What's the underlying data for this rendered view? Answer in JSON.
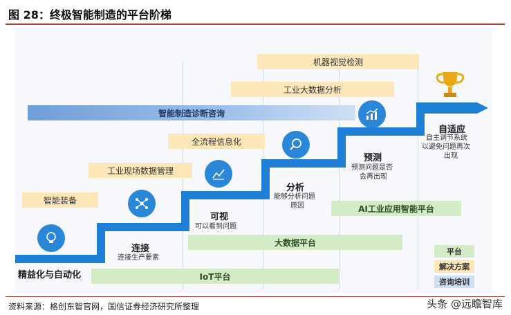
{
  "figure": {
    "title": "图 28：终极智能制造的平台阶梯",
    "source": "资料来源：格创东智官网，国信证券经济研究所整理",
    "watermark": "头条 @远瞻智库"
  },
  "top_bars": [
    {
      "label": "机器视觉检测",
      "kind": "orange"
    },
    {
      "label": "工业大数据分析",
      "kind": "orange"
    },
    {
      "label": "智能制造诊断咨询",
      "kind": "blue"
    },
    {
      "label": "全流程信息化",
      "kind": "orange"
    },
    {
      "label": "工业现场数据管理",
      "kind": "orange"
    },
    {
      "label": "智能装备",
      "kind": "orange"
    }
  ],
  "platform_bars": [
    {
      "label": "AI工业应用智能平台"
    },
    {
      "label": "大数据平台"
    },
    {
      "label": "IoT平台"
    }
  ],
  "stages": [
    {
      "title": "精益化与自动化",
      "desc": [],
      "icon": "lightbulb-icon"
    },
    {
      "title": "连接",
      "desc": [
        "连接生产要素"
      ],
      "icon": "network-icon"
    },
    {
      "title": "可视",
      "desc": [
        "可以看到问题"
      ],
      "icon": "chart-icon"
    },
    {
      "title": "分析",
      "desc": [
        "能够分析问题",
        "原因"
      ],
      "icon": "magnifier-icon"
    },
    {
      "title": "预测",
      "desc": [
        "预测问题是否",
        "会再出现"
      ],
      "icon": "trend-icon"
    },
    {
      "title": "自适应",
      "desc": [
        "自主调节系统",
        "以避免问题再次",
        "出现"
      ],
      "icon": "trophy-icon"
    }
  ],
  "legend": [
    {
      "label": "平台",
      "color": "#d4ecc6"
    },
    {
      "label": "解决方案",
      "color": "#fde6b8"
    },
    {
      "label": "咨询培训",
      "color": "#cfe0f5"
    }
  ],
  "colors": {
    "stair": "#1f7fd6",
    "icon_bg": "#2a86d6",
    "rule": "#9a3a2a"
  }
}
